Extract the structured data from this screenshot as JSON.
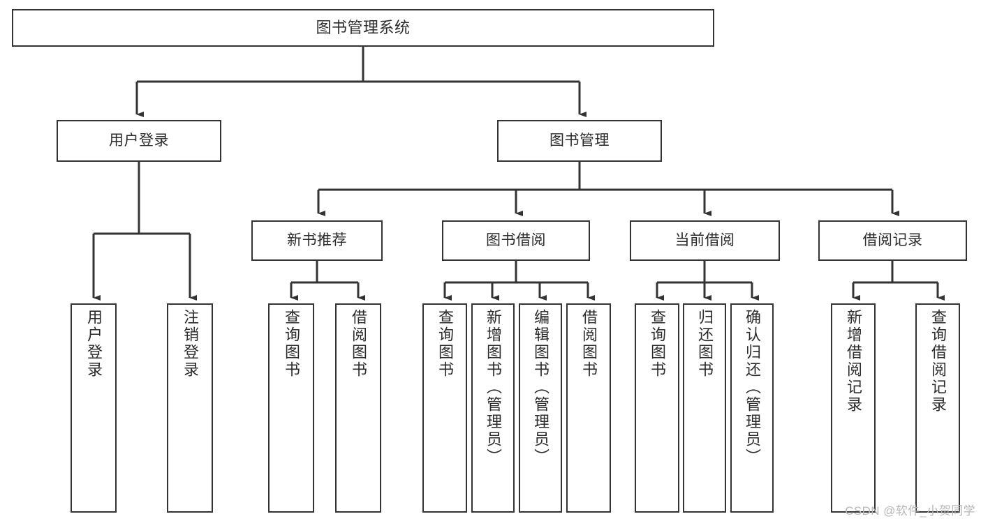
{
  "diagram": {
    "title": "图书管理系统",
    "type": "tree-hierarchy-chart",
    "colors": {
      "background": "#ffffff",
      "box_border": "#333333",
      "box_fill": "#ffffff",
      "text": "#2b2b2b",
      "connector": "#333333",
      "watermark": "#b8b8b8"
    },
    "root": {
      "label": "图书管理系统"
    },
    "branches": [
      {
        "label": "用户登录",
        "children": [
          {
            "label": "用户登录"
          },
          {
            "label": "注销登录"
          }
        ]
      },
      {
        "label": "图书管理",
        "groups": [
          {
            "label": "新书推荐",
            "children": [
              {
                "label": "查询图书"
              },
              {
                "label": "借阅图书"
              }
            ]
          },
          {
            "label": "图书借阅",
            "children": [
              {
                "label": "查询图书"
              },
              {
                "label": "新增图书（管理员）"
              },
              {
                "label": "编辑图书（管理员）"
              },
              {
                "label": "借阅图书"
              }
            ]
          },
          {
            "label": "当前借阅",
            "children": [
              {
                "label": "查询图书"
              },
              {
                "label": "归还图书"
              },
              {
                "label": "确认归还（管理员）"
              }
            ]
          },
          {
            "label": "借阅记录",
            "children": [
              {
                "label": "新增借阅记录"
              },
              {
                "label": "查询借阅记录"
              }
            ]
          }
        ]
      }
    ]
  },
  "watermark": {
    "text": "CSDN @软件_小贺同学"
  }
}
